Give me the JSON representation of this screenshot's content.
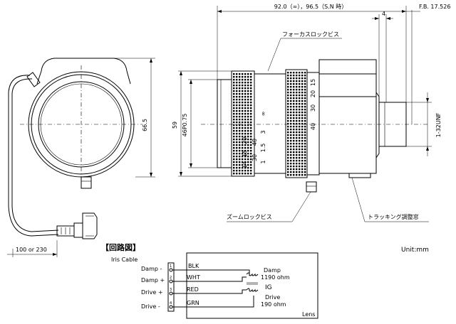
{
  "dimensions": {
    "total_length": "92.0（∞），96.5（S.N 時）",
    "flange_back": "F.B. 17.526",
    "mount_offset": "4",
    "diameter": "66.5",
    "height": "59",
    "filter_thread": "46P0.75",
    "mount_thread": "1-32UNF",
    "cable_length": "100 or 230"
  },
  "callouts": {
    "focus_lock": "フォーカスロックビス",
    "zoom_lock": "ズームロックビス",
    "tracking": "トラッキング調整窓"
  },
  "focus_scale": [
    "∞",
    "3",
    "1.5",
    "1"
  ],
  "zoom_scale_upper": [
    "15",
    "20",
    "30",
    "40"
  ],
  "zoom_scale_lower": [
    "14",
    "15",
    "20",
    "30",
    "40"
  ],
  "unit": "Unit:mm",
  "circuit": {
    "title": "【回路図】",
    "iris_cable": "Iris Cable",
    "pins": [
      {
        "num": "1",
        "side": "Damp  -",
        "wire": "BLK"
      },
      {
        "num": "2",
        "side": "Damp  +",
        "wire": "WHT"
      },
      {
        "num": "3",
        "side": "Drive  +",
        "wire": "RED"
      },
      {
        "num": "4",
        "side": "Drive  -",
        "wire": "GRN"
      }
    ],
    "damp_label": "Damp",
    "damp_value": "1190 ohm",
    "ig_label": "IG",
    "drive_label": "Drive",
    "drive_value": "190 ohm",
    "lens_label": "Lens"
  }
}
